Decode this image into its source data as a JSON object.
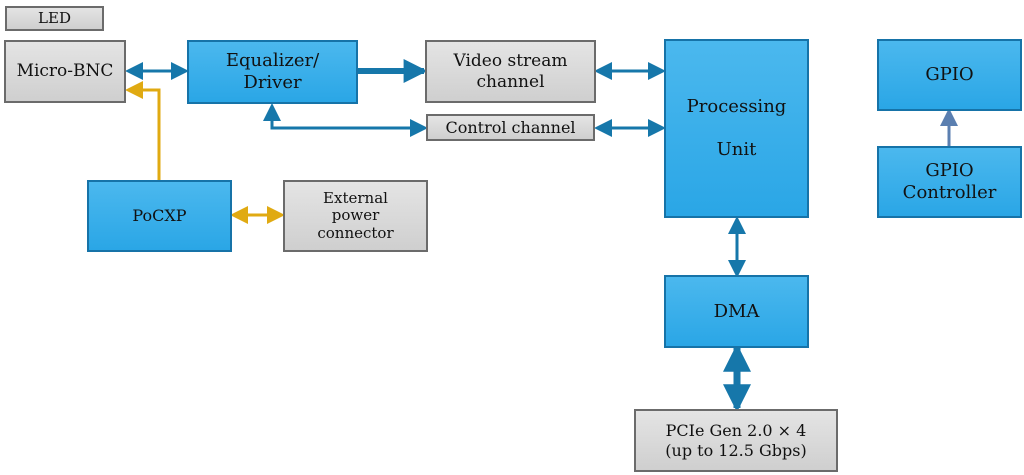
{
  "colors": {
    "block_fill": "#2aa6e6",
    "block_border": "#1673a8",
    "io_fill": "#d6d6d6",
    "io_border": "#6b6b6b",
    "data_arrow": "#1677aa",
    "power_arrow": "#e0aa12",
    "gpio_arrow": "#5b7fb0"
  },
  "blocks": {
    "led": "LED",
    "micro_bnc": "Micro-BNC",
    "equalizer": "Equalizer/\nDriver",
    "video_stream": "Video stream\nchannel",
    "control_channel": "Control  channel",
    "processing_unit": "Processing\n\nUnit",
    "pocxp": "PoCXP",
    "external_power": "External\npower\nconnector",
    "gpio": "GPIO",
    "gpio_controller": "GPIO\nController",
    "dma": "DMA",
    "pcie": "PCIe Gen 2.0 × 4\n(up to 12.5 Gbps)"
  },
  "connections": [
    {
      "from": "micro_bnc",
      "to": "equalizer",
      "type": "bidirectional",
      "kind": "data"
    },
    {
      "from": "equalizer",
      "to": "video_stream",
      "type": "unidirectional",
      "kind": "data"
    },
    {
      "from": "equalizer",
      "to": "control_channel",
      "type": "bidirectional",
      "kind": "data"
    },
    {
      "from": "video_stream",
      "to": "processing_unit",
      "type": "bidirectional",
      "kind": "data"
    },
    {
      "from": "control_channel",
      "to": "processing_unit",
      "type": "bidirectional",
      "kind": "data"
    },
    {
      "from": "pocxp",
      "to": "micro_bnc",
      "type": "unidirectional",
      "kind": "power"
    },
    {
      "from": "pocxp",
      "to": "external_power",
      "type": "bidirectional",
      "kind": "power"
    },
    {
      "from": "gpio_controller",
      "to": "gpio",
      "type": "unidirectional",
      "kind": "gpio"
    },
    {
      "from": "processing_unit",
      "to": "dma",
      "type": "bidirectional",
      "kind": "data"
    },
    {
      "from": "dma",
      "to": "pcie",
      "type": "bidirectional",
      "kind": "data"
    }
  ]
}
